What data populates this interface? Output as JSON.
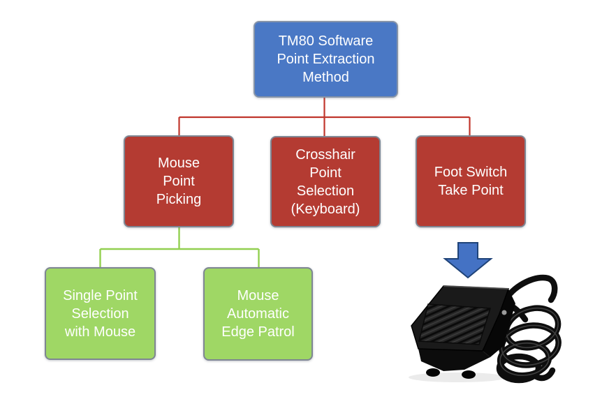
{
  "nodes": {
    "root": {
      "label": "TM80 Software\nPoint Extraction\nMethod",
      "fill": "#4A78C5"
    },
    "mouse_point_picking": {
      "label": "Mouse\nPoint\nPicking",
      "fill": "#B43B32"
    },
    "crosshair_selection": {
      "label": "Crosshair\nPoint\nSelection\n(Keyboard)",
      "fill": "#B43B32"
    },
    "foot_switch": {
      "label": "Foot Switch\nTake Point",
      "fill": "#B43B32"
    },
    "single_point_selection": {
      "label": "Single Point\nSelection\nwith Mouse",
      "fill": "#9FD765"
    },
    "mouse_edge_patrol": {
      "label": "Mouse\nAutomatic\nEdge Patrol",
      "fill": "#9FD765"
    }
  },
  "connectors": {
    "level1_color": "#C0362C",
    "level2_color": "#92D050"
  },
  "arrow": {
    "fill": "#4472C4",
    "border": "#1F4378",
    "direction": "down"
  },
  "photo": {
    "name": "foot-switch-photo",
    "description": "Black foot switch pedal with ribbed top plate and coiled black cable"
  },
  "colors": {
    "box_border": "#7E8693",
    "text": "#FFFFFF",
    "background": "#FFFFFF"
  }
}
